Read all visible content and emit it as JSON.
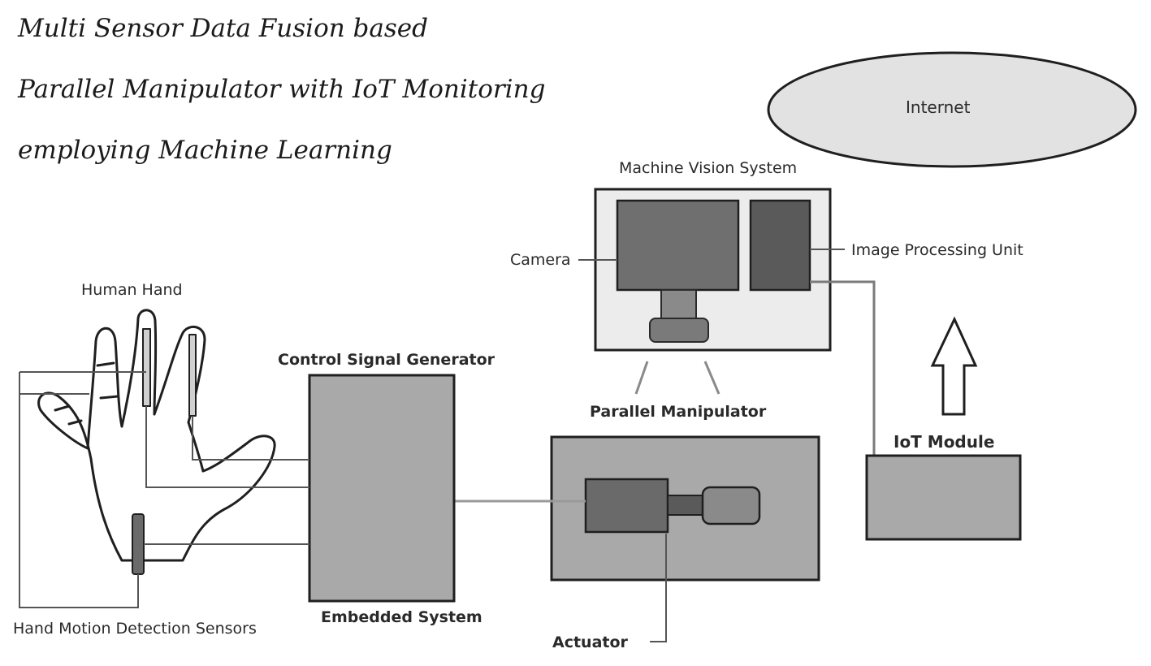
{
  "title_lines": [
    "Multi Sensor Data Fusion based",
    "Parallel Manipulator with IoT Monitoring",
    "employing Machine Learning"
  ],
  "labels": {
    "internet": "Internet",
    "machine_vision_system": "Machine Vision System",
    "camera": "Camera",
    "image_processing_unit": "Image Processing Unit",
    "human_hand": "Human Hand",
    "control_signal_generator": "Control Signal Generator",
    "parallel_manipulator": "Parallel Manipulator",
    "iot_module": "IoT Module",
    "hand_motion_detection_sensors": "Hand Motion Detection Sensors",
    "embedded_system": "Embedded System",
    "actuator": "Actuator"
  },
  "colors": {
    "ellipse_fill": "#e2e2e2",
    "box_light": "#ececec",
    "box_mid": "#a9a9a9",
    "box_dark": "#6f6f6f",
    "box_darker": "#5a5a5a",
    "outline": "#1f1f1f",
    "wire": "#7a7a7a"
  }
}
